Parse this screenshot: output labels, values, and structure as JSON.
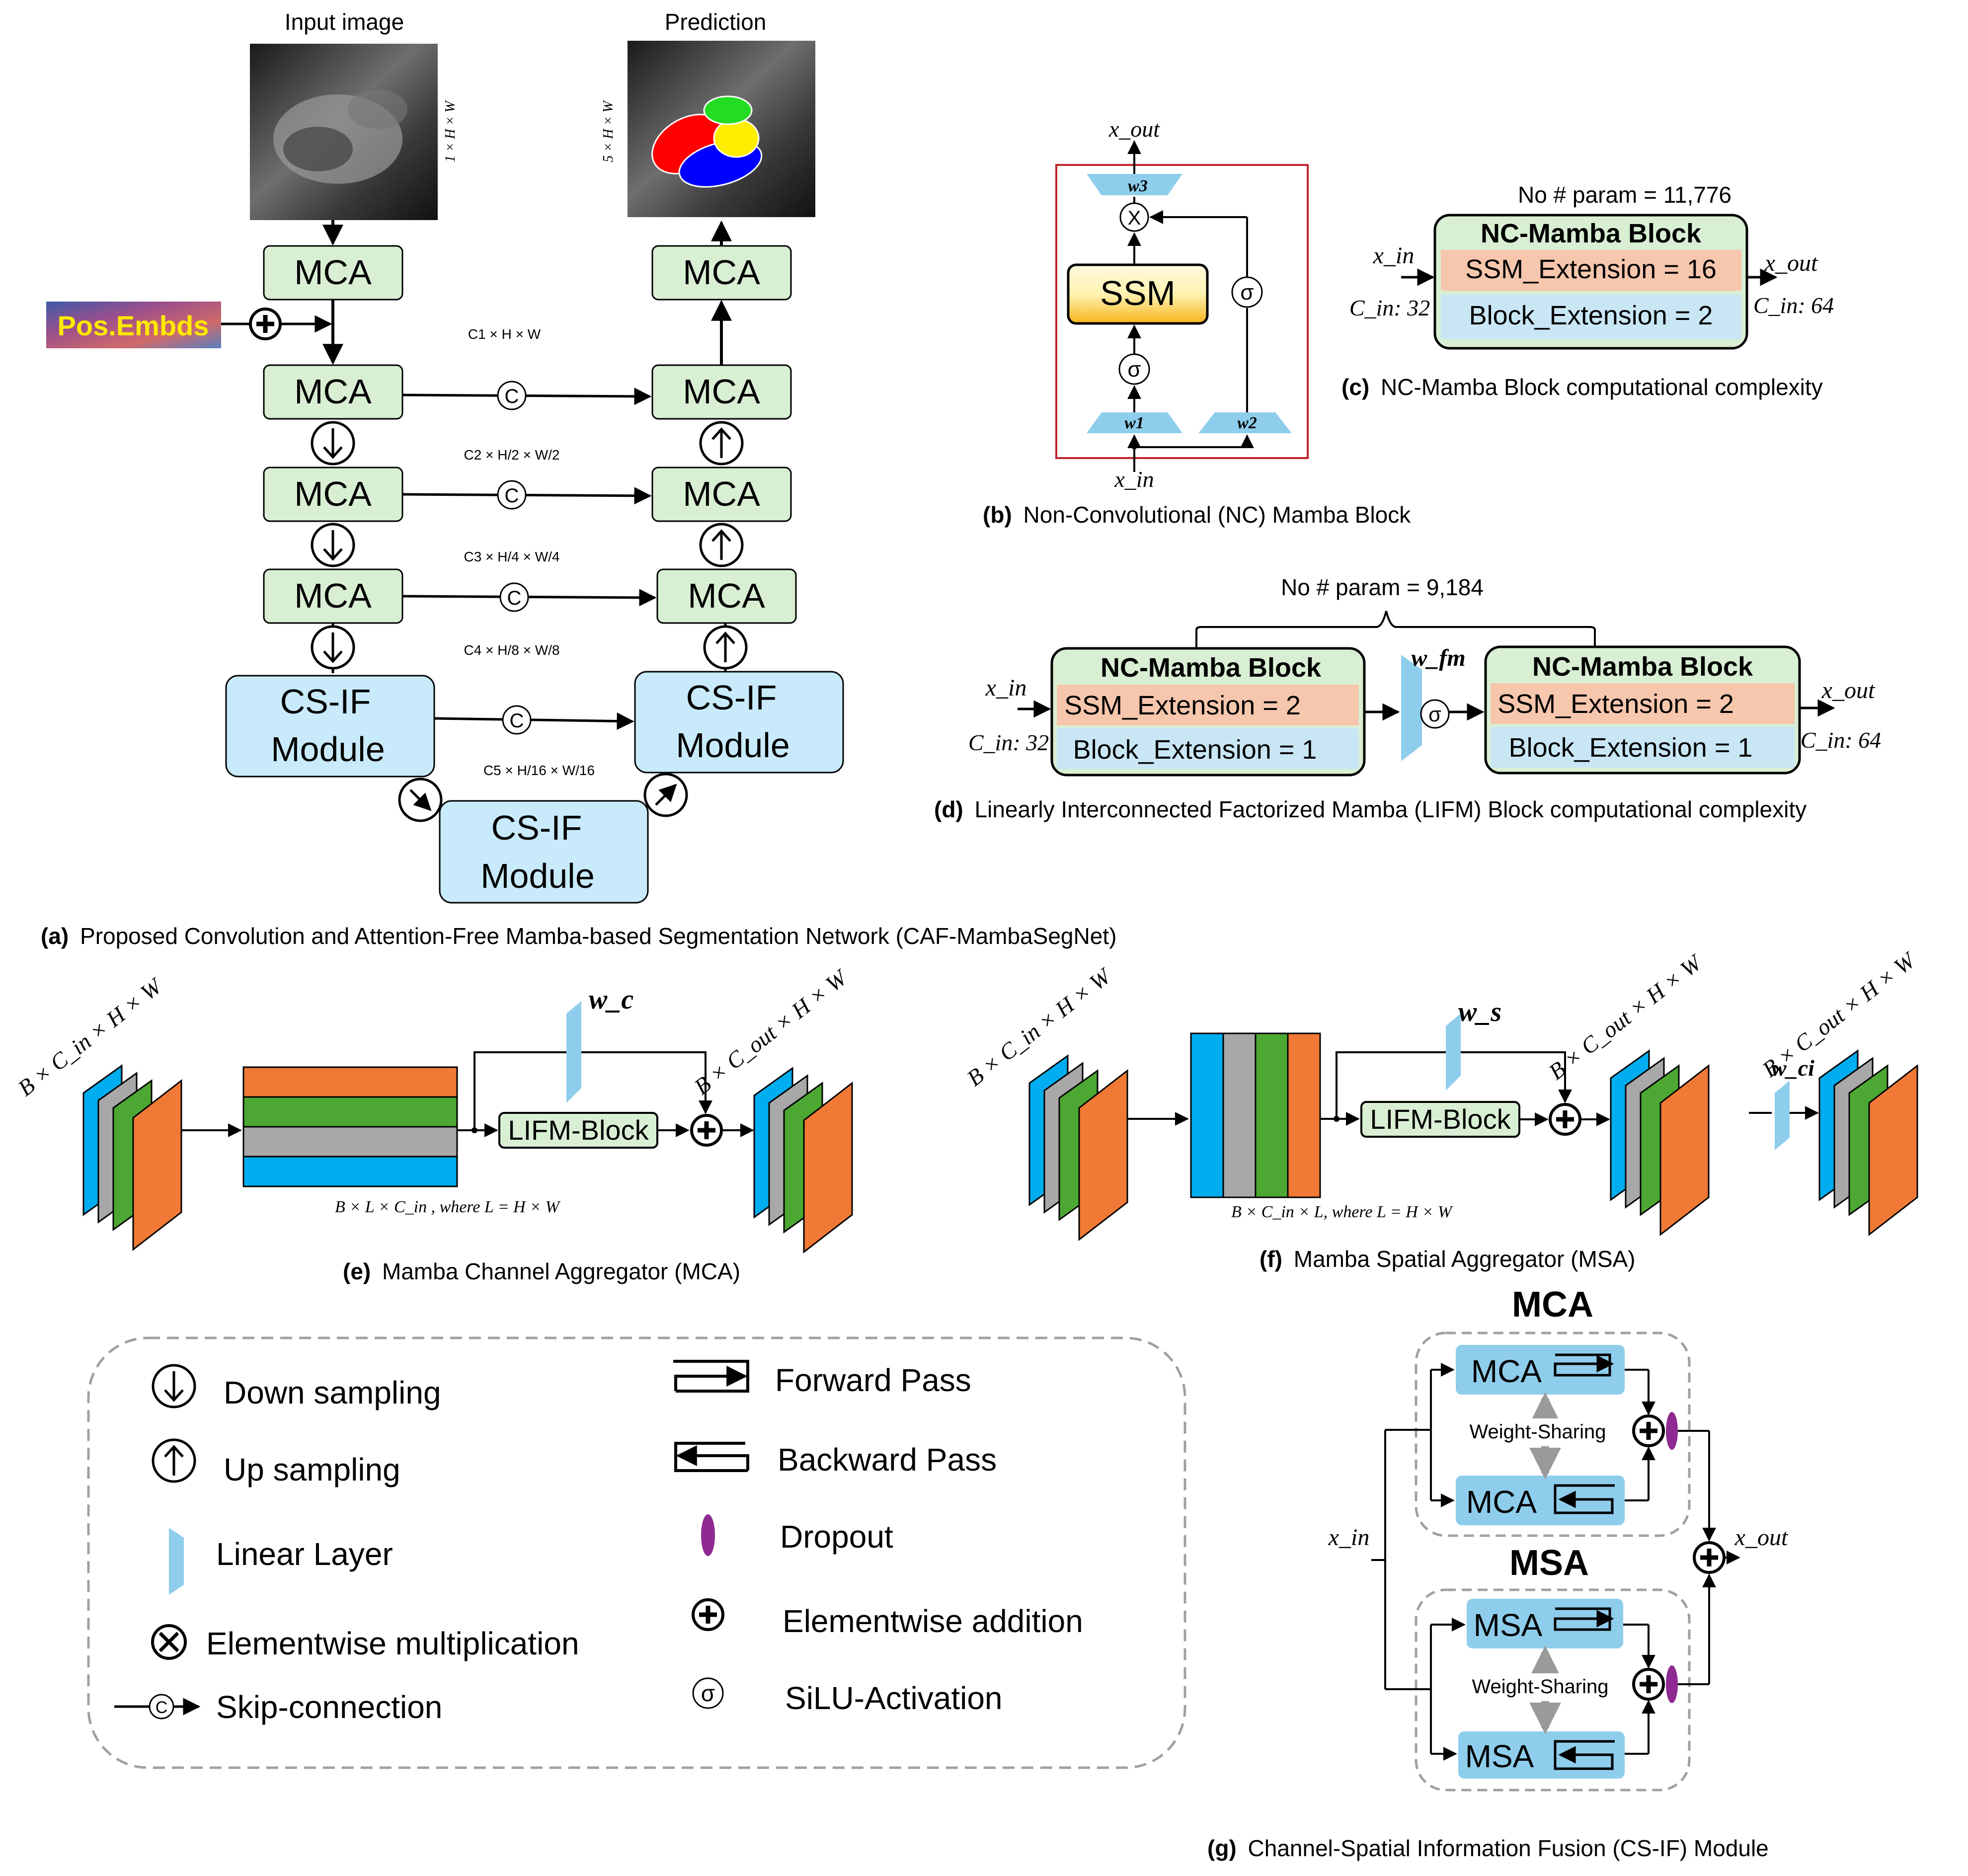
{
  "colors": {
    "mca_fill": "#d9efd4",
    "csif_fill": "#c8eafa",
    "linear_fill": "#8fcdec",
    "orange": "#f07a35",
    "green": "#4ca832",
    "gray": "#a8a8a8",
    "blue": "#00adef",
    "salmon": "#f6c6ad",
    "lightblue": "#c9e6f5",
    "dropout": "#8e2a91",
    "ssm_gradient_top": "#fff8d0",
    "ssm_gradient_bottom": "#f6b41c",
    "frame_red": "#c0262e",
    "dashed_gray": "#a0a0a0",
    "shared_arrow_gray": "#9a9a9a"
  },
  "panel_a": {
    "input_image_label": "Input image",
    "prediction_label": "Prediction",
    "input_dims": "1 × H × W",
    "pred_dims": "5 × H × W",
    "pos_embeds": "Pos.Embds",
    "mca": "MCA",
    "csif_line1": "CS-IF",
    "csif_line2": "Module",
    "skip_symbol": "C",
    "c1": "C1 × H × W",
    "c2": "C2 × H/2 × W/2",
    "c3": "C3 × H/4 × W/4",
    "c4": "C4 × H/8 × W/8",
    "c5": "C5 × H/16 × W/16",
    "caption_prefix": "(a)",
    "caption_text": "Proposed Convolution and Attention-Free Mamba-based Segmentation Network (CAF-MambaSegNet)"
  },
  "panel_b": {
    "x_out": "x_out",
    "x_in": "x_in",
    "w1": "w1",
    "w2": "w2",
    "w3": "w3",
    "ssm": "SSM",
    "mult": "X",
    "sigma": "σ",
    "caption_prefix": "(b)",
    "caption_text": "Non-Convolutional (NC) Mamba Block"
  },
  "panel_c": {
    "param": "No # param = 11,776",
    "block_title": "NC-Mamba Block",
    "ssm_ext": "SSM_Extension  =  16",
    "block_ext": "Block_Extension  = 2",
    "x_in": "x_in",
    "x_out": "x_out",
    "c_in_left": "C_in: 32",
    "c_in_right": "C_in: 64",
    "caption_prefix": "(c)",
    "caption_text": "NC-Mamba Block computational complexity"
  },
  "panel_d": {
    "param": "No # param =  9,184",
    "block_title": "NC-Mamba Block",
    "ssm_ext": "SSM_Extension  =  2",
    "block_ext": "Block_Extension  = 1",
    "w_fm": "w_fm",
    "x_in": "x_in",
    "x_out": "x_out",
    "c_in_left": "C_in: 32",
    "c_in_right": "C_in: 64",
    "caption_prefix": "(d)",
    "caption_text": "Linearly Interconnected Factorized Mamba (LIFM) Block computational complexity"
  },
  "panel_e": {
    "in_dims": "B × C_in × H × W",
    "out_dims": "B × C_out × H × W",
    "wc": "w_c",
    "lifm": "LIFM-Block",
    "flat_dims": "B × L × C_in ,     where  L = H × W",
    "caption_prefix": "(e)",
    "caption_text": "Mamba Channel Aggregator (MCA)"
  },
  "panel_f": {
    "in_dims": "B × C_in × H × W",
    "out_dims": "B × C_out × H × W",
    "out_dims2": "B × C_out × H × W",
    "ws": "w_s",
    "wci": "w_ci",
    "lifm": "LIFM-Block",
    "flat_dims": "B × C_in × L,     where  L = H × W",
    "caption_prefix": "(f)",
    "caption_text": "Mamba Spatial Aggregator (MSA)"
  },
  "panel_g": {
    "mca_title": "MCA",
    "msa_title": "MSA",
    "mca": "MCA",
    "msa": "MSA",
    "weight_sharing": "Weight-Sharing",
    "x_in": "x_in",
    "x_out": "x_out",
    "caption_prefix": "(g)",
    "caption_text": "Channel-Spatial Information Fusion (CS-IF) Module"
  },
  "legend": {
    "down": "Down sampling",
    "up": "Up sampling",
    "linear": "Linear Layer",
    "mult": "Elementwise multiplication",
    "skip": "Skip-connection",
    "forward": "Forward Pass",
    "backward": "Backward  Pass",
    "dropout": "Dropout",
    "add": "Elementwise addition",
    "silu": "SiLU-Activation"
  }
}
